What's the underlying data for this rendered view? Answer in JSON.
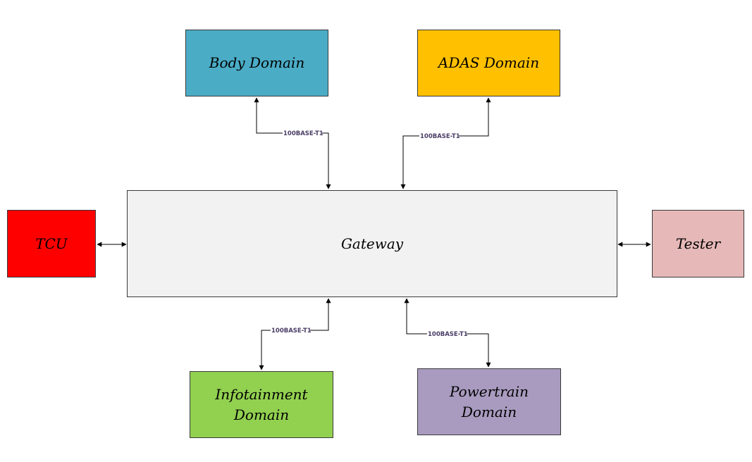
{
  "nodes": {
    "body_domain": {
      "label": "Body Domain",
      "color": "#4bacc6"
    },
    "adas_domain": {
      "label": "ADAS Domain",
      "color": "#ffc000"
    },
    "tcu": {
      "label": "TCU",
      "color": "#ff0000"
    },
    "gateway": {
      "label": "Gateway",
      "color": "#f2f2f2"
    },
    "tester": {
      "label": "Tester",
      "color": "#e6b9b8"
    },
    "infotainment_domain": {
      "line1": "Infotainment",
      "line2": "Domain",
      "color": "#92d050"
    },
    "powertrain_domain": {
      "line1": "Powertrain",
      "line2": "Domain",
      "color": "#a99bbf"
    }
  },
  "links": {
    "body_gateway": "100BASE-T1",
    "adas_gateway": "100BASE-T1",
    "gateway_infotainment": "100BASE-T1",
    "gateway_powertrain": "100BASE-T1"
  }
}
